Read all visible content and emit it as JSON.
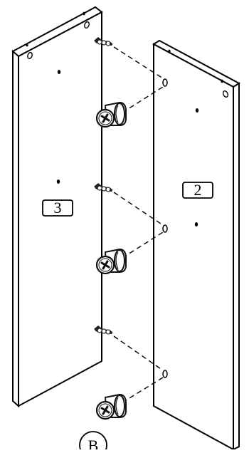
{
  "diagram": {
    "panels": [
      {
        "id": "panel-3",
        "label": "3"
      },
      {
        "id": "panel-2",
        "label": "2"
      }
    ],
    "fittings": {
      "dowel_count": 3,
      "cam_lock_count": 3,
      "cam_lock_callout": "B"
    }
  }
}
